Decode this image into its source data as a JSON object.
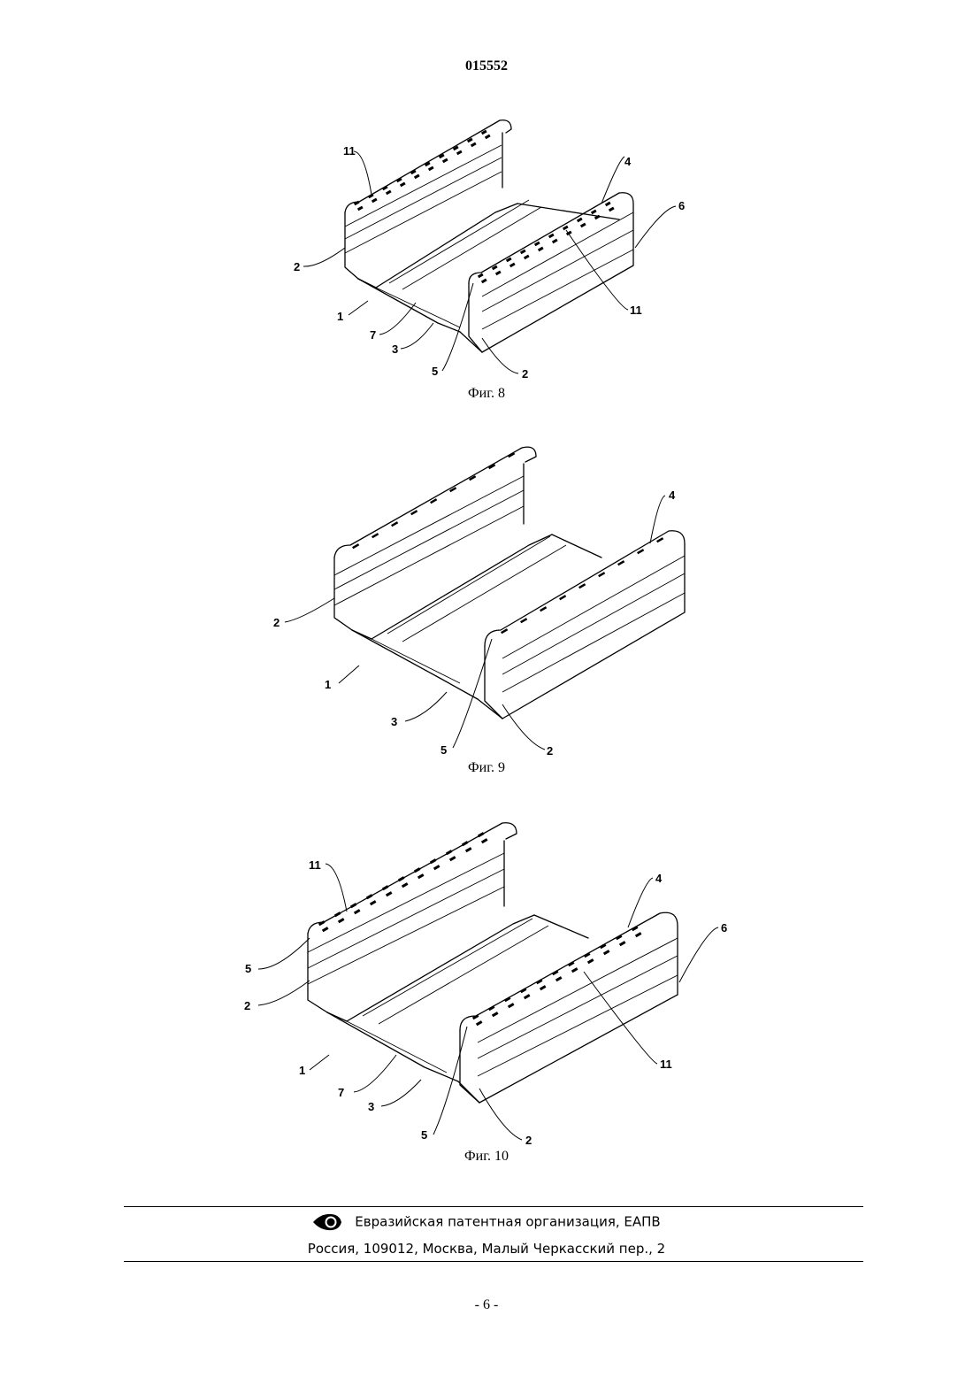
{
  "document": {
    "number": "015552",
    "page_number": "- 6 -"
  },
  "figures": [
    {
      "caption": "Фиг. 8",
      "labels": [
        "11",
        "4",
        "6",
        "2",
        "1",
        "7",
        "3",
        "5",
        "2",
        "11"
      ]
    },
    {
      "caption": "Фиг. 9",
      "labels": [
        "4",
        "2",
        "1",
        "3",
        "5",
        "2"
      ]
    },
    {
      "caption": "Фиг. 10",
      "labels": [
        "11",
        "4",
        "6",
        "5",
        "2",
        "1",
        "7",
        "3",
        "5",
        "2",
        "11"
      ]
    }
  ],
  "footer": {
    "organization": "Евразийская патентная организация, ЕАПВ",
    "address": "Россия, 109012, Москва, Малый Черкасский пер., 2",
    "logo_icon": "eapo-eye-logo"
  }
}
